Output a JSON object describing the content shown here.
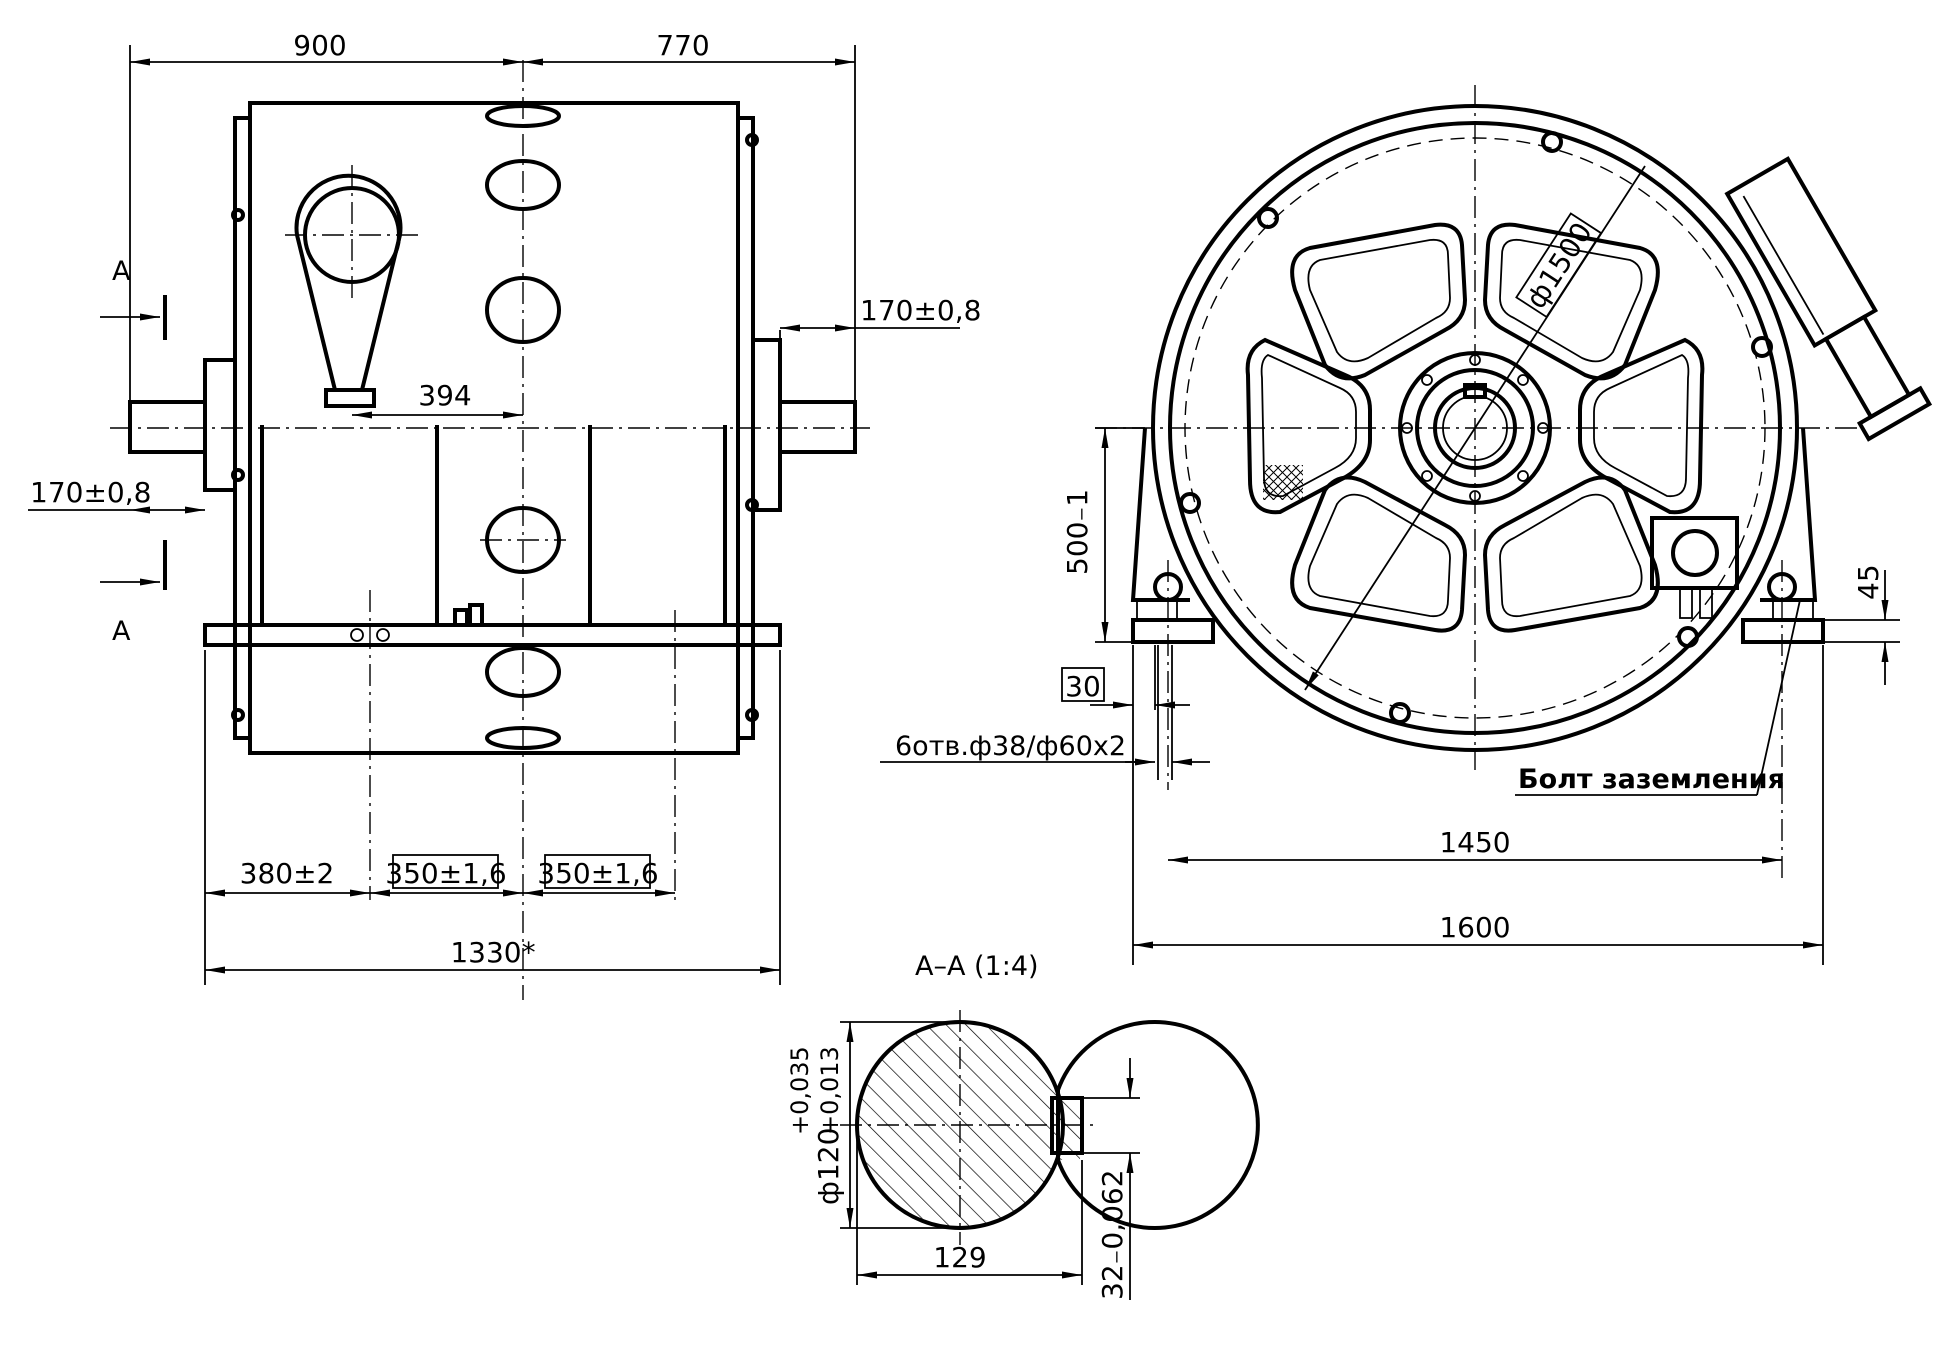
{
  "section_letter": "A",
  "section_title": "A–A (1:4)",
  "side_view": {
    "dim_left_top": "900",
    "dim_right_top": "770",
    "dim_flange_right": "170±0,8",
    "dim_flange_left": "170±0,8",
    "dim_center_offset": "394",
    "dim_bottom_left": "380±2",
    "dim_bottom_mid_1": "350±1,6",
    "dim_bottom_mid_2": "350±1,6",
    "dim_total_length": "1330*"
  },
  "front_view": {
    "dim_diameter": "ф1500",
    "dim_height": "500₋1",
    "dim_foot": "45",
    "dim_boxed": "30",
    "holes_label": "6отв.ф38/ф60х2",
    "grounding_bolt_label": "Болт заземления",
    "dim_hole_spacing": "1450",
    "dim_base_width": "1600"
  },
  "shaft_section": {
    "dim_diameter": "ф120",
    "tol_upper": "+0,035",
    "tol_lower": "+0,013",
    "dim_key_depth": "129",
    "dim_key_width": "32₋0,062"
  }
}
